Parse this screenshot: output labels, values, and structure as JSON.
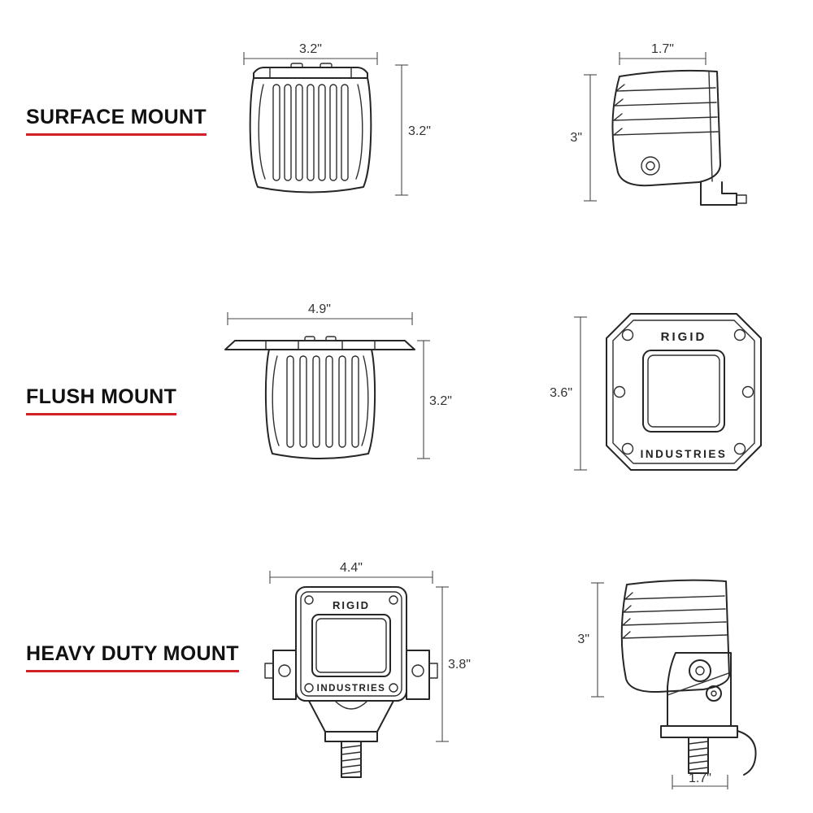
{
  "rows": [
    {
      "label": "SURFACE MOUNT",
      "front": {
        "width": "3.2\"",
        "height": "3.2\""
      },
      "side": {
        "width": "1.7\"",
        "height": "3\""
      }
    },
    {
      "label": "FLUSH MOUNT",
      "front": {
        "width": "4.9\"",
        "height": "3.2\""
      },
      "face": {
        "height": "3.6\""
      }
    },
    {
      "label": "HEAVY DUTY MOUNT",
      "front": {
        "width": "4.4\"",
        "height": "3.8\""
      },
      "side": {
        "height": "3\"",
        "width": "1.7\""
      }
    }
  ],
  "brand": {
    "line1": "RIGID",
    "line2": "INDUSTRIES"
  },
  "colors": {
    "underline": "#cf2127",
    "line": "#262626"
  }
}
